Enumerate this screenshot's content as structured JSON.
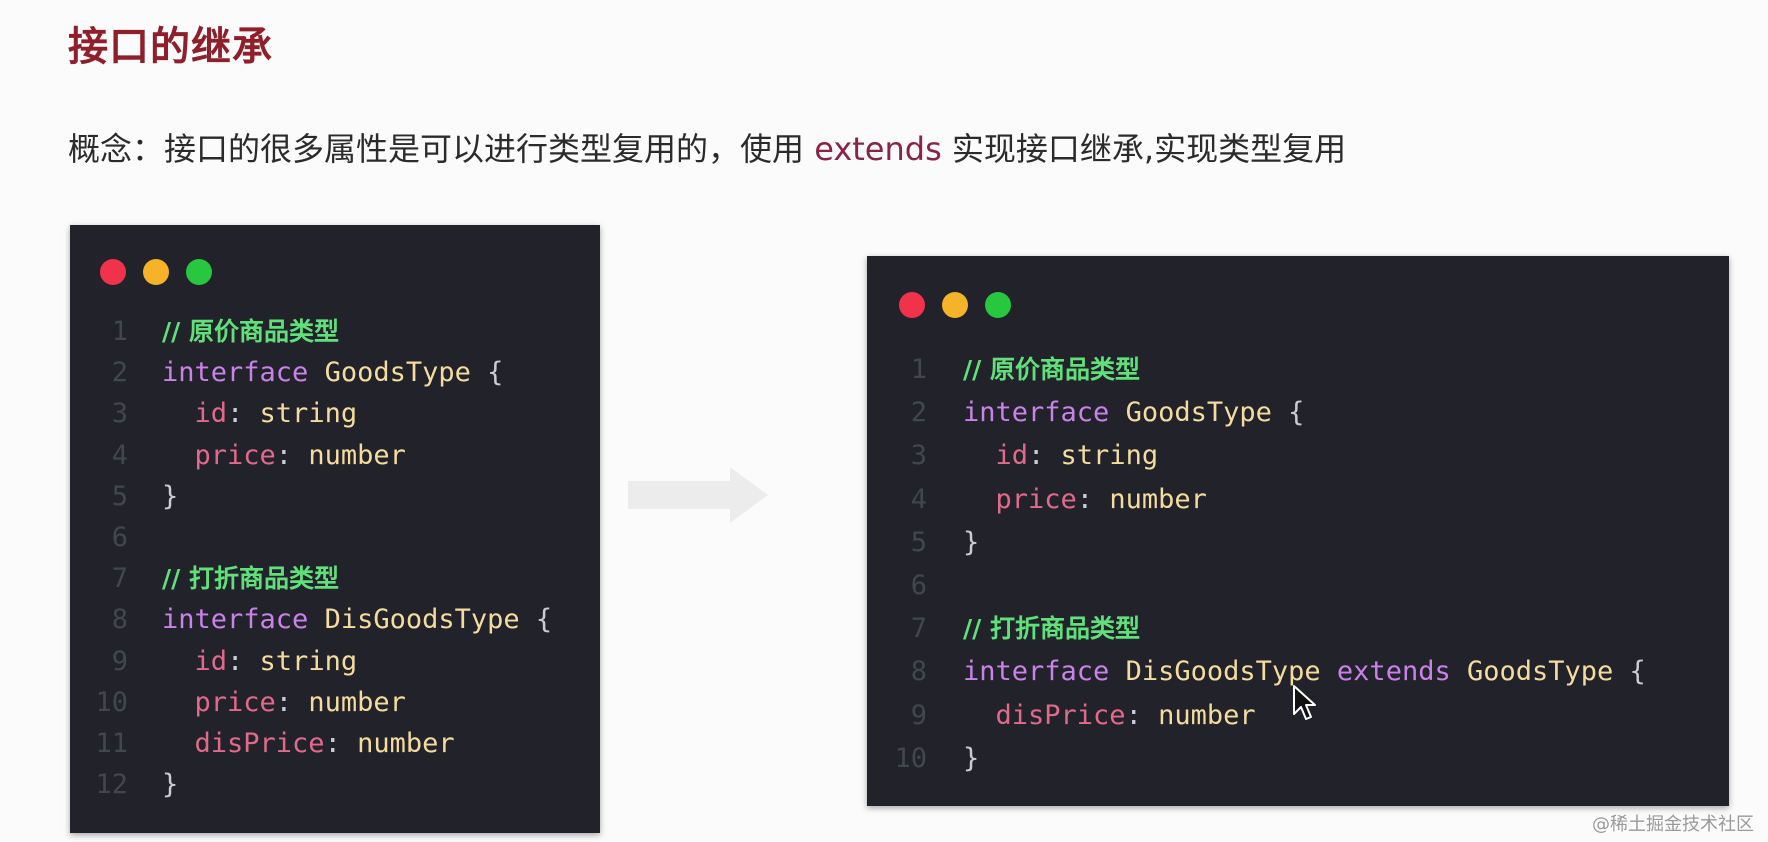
{
  "title": "接口的继承",
  "concept": {
    "prefix": "概念：接口的很多属性是可以进行类型复用的，使用",
    "keyword": "extends",
    "suffix": "实现接口继承,实现类型复用"
  },
  "colors": {
    "title": "#8f1f2b",
    "keyword_highlight": "#8a2444",
    "editor_bg": "#22232a",
    "dot_red": "#f0334b",
    "dot_yellow": "#f4b328",
    "dot_green": "#27c840"
  },
  "left_editor": {
    "lines": [
      {
        "n": "1",
        "tokens": [
          {
            "t": "// 原价商品类型",
            "c": "comment"
          }
        ]
      },
      {
        "n": "2",
        "tokens": [
          {
            "t": "interface",
            "c": "keyword"
          },
          {
            "t": " ",
            "c": "plain"
          },
          {
            "t": "GoodsType",
            "c": "type"
          },
          {
            "t": " {",
            "c": "punct"
          }
        ]
      },
      {
        "n": "3",
        "tokens": [
          {
            "t": "  id",
            "c": "prop"
          },
          {
            "t": ": ",
            "c": "punct"
          },
          {
            "t": "string",
            "c": "type"
          }
        ]
      },
      {
        "n": "4",
        "tokens": [
          {
            "t": "  price",
            "c": "prop"
          },
          {
            "t": ": ",
            "c": "punct"
          },
          {
            "t": "number",
            "c": "type"
          }
        ]
      },
      {
        "n": "5",
        "tokens": [
          {
            "t": "}",
            "c": "punct"
          }
        ]
      },
      {
        "n": "6",
        "tokens": []
      },
      {
        "n": "7",
        "tokens": [
          {
            "t": "// 打折商品类型",
            "c": "comment"
          }
        ]
      },
      {
        "n": "8",
        "tokens": [
          {
            "t": "interface",
            "c": "keyword"
          },
          {
            "t": " ",
            "c": "plain"
          },
          {
            "t": "DisGoodsType",
            "c": "type"
          },
          {
            "t": " {",
            "c": "punct"
          }
        ]
      },
      {
        "n": "9",
        "tokens": [
          {
            "t": "  id",
            "c": "prop"
          },
          {
            "t": ": ",
            "c": "punct"
          },
          {
            "t": "string",
            "c": "type"
          }
        ]
      },
      {
        "n": "10",
        "tokens": [
          {
            "t": "  price",
            "c": "prop"
          },
          {
            "t": ": ",
            "c": "punct"
          },
          {
            "t": "number",
            "c": "type"
          }
        ]
      },
      {
        "n": "11",
        "tokens": [
          {
            "t": "  disPrice",
            "c": "prop"
          },
          {
            "t": ": ",
            "c": "punct"
          },
          {
            "t": "number",
            "c": "type"
          }
        ]
      },
      {
        "n": "12",
        "tokens": [
          {
            "t": "}",
            "c": "punct"
          }
        ]
      }
    ]
  },
  "right_editor": {
    "lines": [
      {
        "n": "1",
        "tokens": [
          {
            "t": "// 原价商品类型",
            "c": "comment"
          }
        ]
      },
      {
        "n": "2",
        "tokens": [
          {
            "t": "interface",
            "c": "keyword"
          },
          {
            "t": " ",
            "c": "plain"
          },
          {
            "t": "GoodsType",
            "c": "type"
          },
          {
            "t": " {",
            "c": "punct"
          }
        ]
      },
      {
        "n": "3",
        "tokens": [
          {
            "t": "  id",
            "c": "prop"
          },
          {
            "t": ": ",
            "c": "punct"
          },
          {
            "t": "string",
            "c": "type"
          }
        ]
      },
      {
        "n": "4",
        "tokens": [
          {
            "t": "  price",
            "c": "prop"
          },
          {
            "t": ": ",
            "c": "punct"
          },
          {
            "t": "number",
            "c": "type"
          }
        ]
      },
      {
        "n": "5",
        "tokens": [
          {
            "t": "}",
            "c": "punct"
          }
        ]
      },
      {
        "n": "6",
        "tokens": []
      },
      {
        "n": "7",
        "tokens": [
          {
            "t": "// 打折商品类型",
            "c": "comment"
          }
        ]
      },
      {
        "n": "8",
        "tokens": [
          {
            "t": "interface",
            "c": "keyword"
          },
          {
            "t": " ",
            "c": "plain"
          },
          {
            "t": "DisGoodsType",
            "c": "type"
          },
          {
            "t": " ",
            "c": "plain"
          },
          {
            "t": "extends",
            "c": "keyword"
          },
          {
            "t": " ",
            "c": "plain"
          },
          {
            "t": "GoodsType",
            "c": "type"
          },
          {
            "t": " {",
            "c": "punct"
          }
        ]
      },
      {
        "n": "9",
        "tokens": [
          {
            "t": "  disPrice",
            "c": "prop"
          },
          {
            "t": ": ",
            "c": "punct"
          },
          {
            "t": "number",
            "c": "type"
          }
        ]
      },
      {
        "n": "10",
        "tokens": [
          {
            "t": "}",
            "c": "punct"
          }
        ]
      }
    ]
  },
  "icons": {
    "arrow": "right-arrow-icon",
    "cursor": "mouse-pointer-icon"
  },
  "watermark": "@稀土掘金技术社区"
}
